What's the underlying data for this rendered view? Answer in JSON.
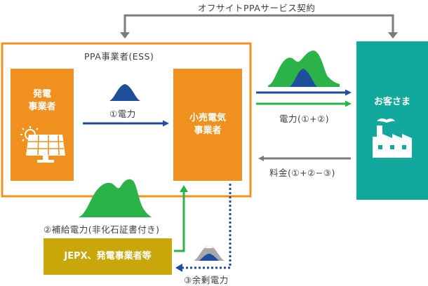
{
  "top_label": "オフサイトPPAサービス契約",
  "ess_title": "PPA事業者(ESS)",
  "generator": {
    "lines": [
      "発電",
      "事業者"
    ],
    "icon": "solar-panel-icon"
  },
  "retailer": {
    "lines": [
      "小売電気",
      "事業者"
    ]
  },
  "customer": {
    "label": "お客さま",
    "icon": "factory-icon"
  },
  "jepx": {
    "label": "JEPX、発電事業者等"
  },
  "flows": {
    "power1": "①電力",
    "power_to_customer": "電力(①+②)",
    "fee": "料金(①+②−③)",
    "supplement": "②補給電力(非化石証書付き)",
    "surplus": "③余剰電力"
  },
  "colors": {
    "orange": "#f0901e",
    "teal": "#13a89e",
    "green": "#2bb34a",
    "blue": "#1f4e9b",
    "gray_arrow": "#7b7b7b",
    "mustard": "#c9a70a",
    "mountain_gray": "#a8a8a8"
  }
}
